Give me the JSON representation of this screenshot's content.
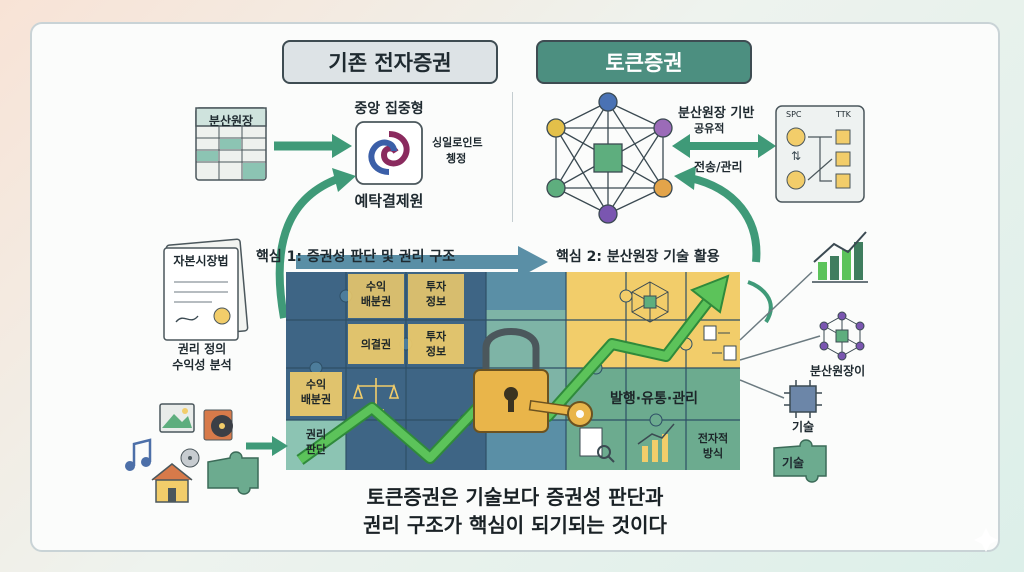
{
  "header": {
    "legacy_title": "기존 전자증권",
    "token_title": "토큰증권"
  },
  "legacy": {
    "ledger_label": "분산원장",
    "central_label": "중앙 집중형",
    "depository_label": "예탁결제원",
    "side_note_line1": "싱일로인트",
    "side_note_line2": "쳉정"
  },
  "token": {
    "dlt_label_line1": "분산원장 기반",
    "dlt_label_line2": "공유적",
    "transfer_label": "전송/관리",
    "panel_spc": "SPC",
    "panel_ttk": "TTK"
  },
  "law": {
    "doc_title": "자본시장법",
    "caption_line1": "권리 정의",
    "caption_line2": "수익성 분석"
  },
  "core": {
    "core1": "핵심 1: 증권성 판단 및 권리 구조",
    "core2": "핵심 2: 분산원장 기술 활용"
  },
  "puzzle": {
    "rights1_line1": "수익",
    "rights1_line2": "배분권",
    "invest1_line1": "투자",
    "invest1_line2": "정보",
    "voting": "의결권",
    "invest2_line1": "투자",
    "invest2_line2": "정보",
    "rights2_line1": "수익",
    "rights2_line2": "배분권",
    "judgment_line1": "권리",
    "judgment_line2": "판단",
    "issuance": "발행·유통·관리",
    "electronic_line1": "전자적",
    "electronic_line2": "방식"
  },
  "right_side": {
    "dlt_label": "분산원장이",
    "tech_label": "기술",
    "piece_label": "기술"
  },
  "footer": {
    "line1": "토큰증권은 기술보다 증권성 판단과",
    "line2": "권리 구조가 핵심이 되기되는 것이다"
  },
  "colors": {
    "teal": "#4c8f80",
    "navy": "#3b5f78",
    "yellow": "#f2cd6a",
    "green_arrow": "#5cc35a",
    "puzzle_blue": "#4d7d9b",
    "puzzle_green": "#6cab8f"
  }
}
